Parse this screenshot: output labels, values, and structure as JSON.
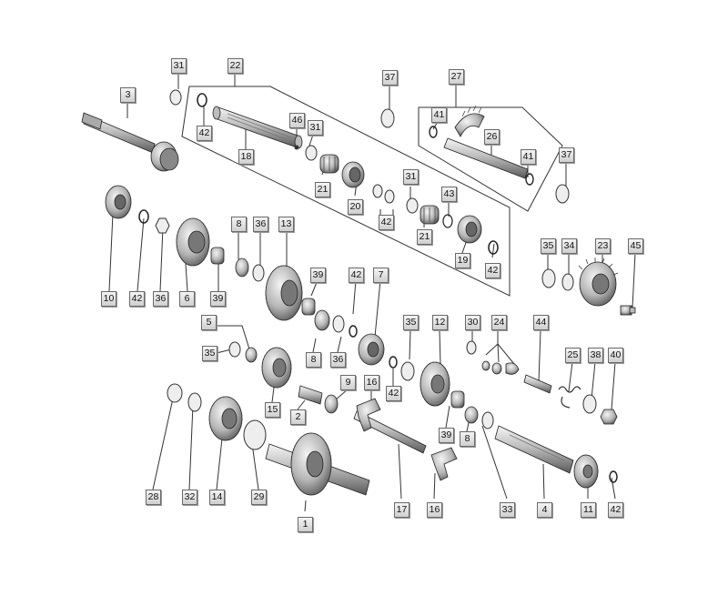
{
  "diagram": {
    "colors": {
      "line": "#2a2a2a",
      "metal_dark": "#555555",
      "metal_light": "#d9d9d9",
      "callout_fill": "#e6e6e6"
    },
    "callouts": [
      {
        "id": "c31a",
        "label": "31"
      },
      {
        "id": "c22",
        "label": "22"
      },
      {
        "id": "c37a",
        "label": "37"
      },
      {
        "id": "c27",
        "label": "27"
      },
      {
        "id": "c3",
        "label": "3"
      },
      {
        "id": "c42a",
        "label": "42"
      },
      {
        "id": "c46",
        "label": "46"
      },
      {
        "id": "c31b",
        "label": "31"
      },
      {
        "id": "c41a",
        "label": "41"
      },
      {
        "id": "c26",
        "label": "26"
      },
      {
        "id": "c18",
        "label": "18"
      },
      {
        "id": "c41b",
        "label": "41"
      },
      {
        "id": "c37b",
        "label": "37"
      },
      {
        "id": "c21a",
        "label": "21"
      },
      {
        "id": "c20",
        "label": "20"
      },
      {
        "id": "c31c",
        "label": "31"
      },
      {
        "id": "c43",
        "label": "43"
      },
      {
        "id": "c42b",
        "label": "42"
      },
      {
        "id": "c21b",
        "label": "21"
      },
      {
        "id": "c8a",
        "label": "8"
      },
      {
        "id": "c36a",
        "label": "36"
      },
      {
        "id": "c13",
        "label": "13"
      },
      {
        "id": "c35a",
        "label": "35"
      },
      {
        "id": "c34",
        "label": "34"
      },
      {
        "id": "c23",
        "label": "23"
      },
      {
        "id": "c45",
        "label": "45"
      },
      {
        "id": "c19",
        "label": "19"
      },
      {
        "id": "c42c",
        "label": "42"
      },
      {
        "id": "c39a",
        "label": "39"
      },
      {
        "id": "c42d",
        "label": "42"
      },
      {
        "id": "c7",
        "label": "7"
      },
      {
        "id": "c10",
        "label": "10"
      },
      {
        "id": "c42e",
        "label": "42"
      },
      {
        "id": "c36b",
        "label": "36"
      },
      {
        "id": "c6",
        "label": "6"
      },
      {
        "id": "c39b",
        "label": "39"
      },
      {
        "id": "c5",
        "label": "5"
      },
      {
        "id": "c35b",
        "label": "35"
      },
      {
        "id": "c12",
        "label": "12"
      },
      {
        "id": "c30",
        "label": "30"
      },
      {
        "id": "c24",
        "label": "24"
      },
      {
        "id": "c44",
        "label": "44"
      },
      {
        "id": "c35c",
        "label": "35"
      },
      {
        "id": "c8b",
        "label": "8"
      },
      {
        "id": "c36c",
        "label": "36"
      },
      {
        "id": "c25",
        "label": "25"
      },
      {
        "id": "c38",
        "label": "38"
      },
      {
        "id": "c40",
        "label": "40"
      },
      {
        "id": "c9",
        "label": "9"
      },
      {
        "id": "c16a",
        "label": "16"
      },
      {
        "id": "c15",
        "label": "15"
      },
      {
        "id": "c2",
        "label": "2"
      },
      {
        "id": "c42f",
        "label": "42"
      },
      {
        "id": "c39c",
        "label": "39"
      },
      {
        "id": "c8c",
        "label": "8"
      },
      {
        "id": "c28",
        "label": "28"
      },
      {
        "id": "c32",
        "label": "32"
      },
      {
        "id": "c14",
        "label": "14"
      },
      {
        "id": "c29",
        "label": "29"
      },
      {
        "id": "c1",
        "label": "1"
      },
      {
        "id": "c17",
        "label": "17"
      },
      {
        "id": "c16b",
        "label": "16"
      },
      {
        "id": "c33",
        "label": "33"
      },
      {
        "id": "c4",
        "label": "4"
      },
      {
        "id": "c11",
        "label": "11"
      },
      {
        "id": "c42g",
        "label": "42"
      }
    ]
  }
}
